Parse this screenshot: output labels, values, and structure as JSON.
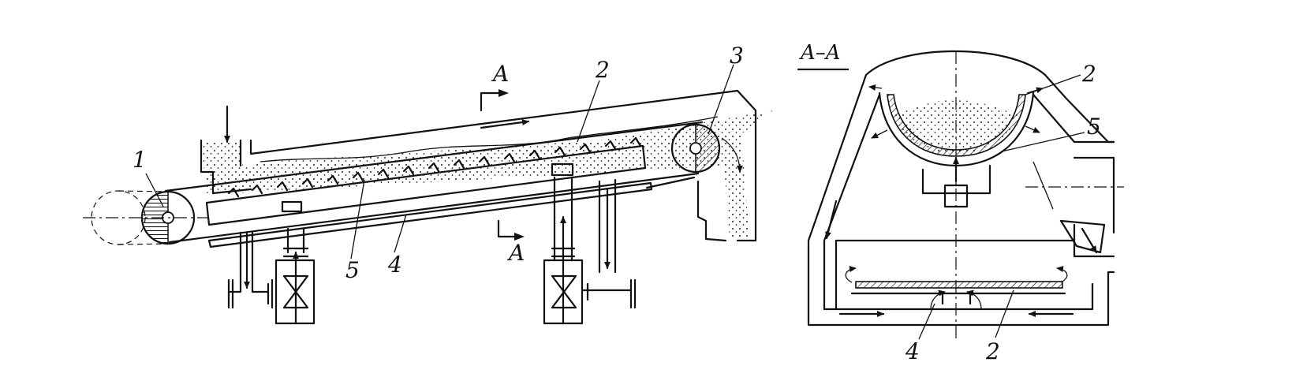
{
  "main_view": {
    "labels": {
      "drum_left": "1",
      "conveyor": "2",
      "drum_right": "3",
      "plate": "4",
      "bed": "5"
    },
    "section_mark_top": "A",
    "section_mark_bottom": "A"
  },
  "section_view": {
    "title": "A–A",
    "labels": {
      "conveyor_top": "2",
      "bed": "5",
      "plate": "4",
      "conveyor_bottom": "2"
    }
  },
  "caption": ""
}
